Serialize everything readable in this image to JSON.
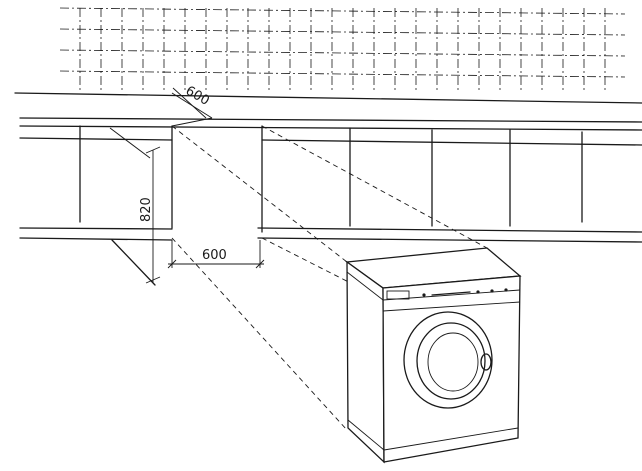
{
  "dimensions": {
    "depth_label": "600",
    "width_label": "600",
    "height_label": "820"
  },
  "colors": {
    "line": "#1a1a1a",
    "background": "#ffffff"
  }
}
